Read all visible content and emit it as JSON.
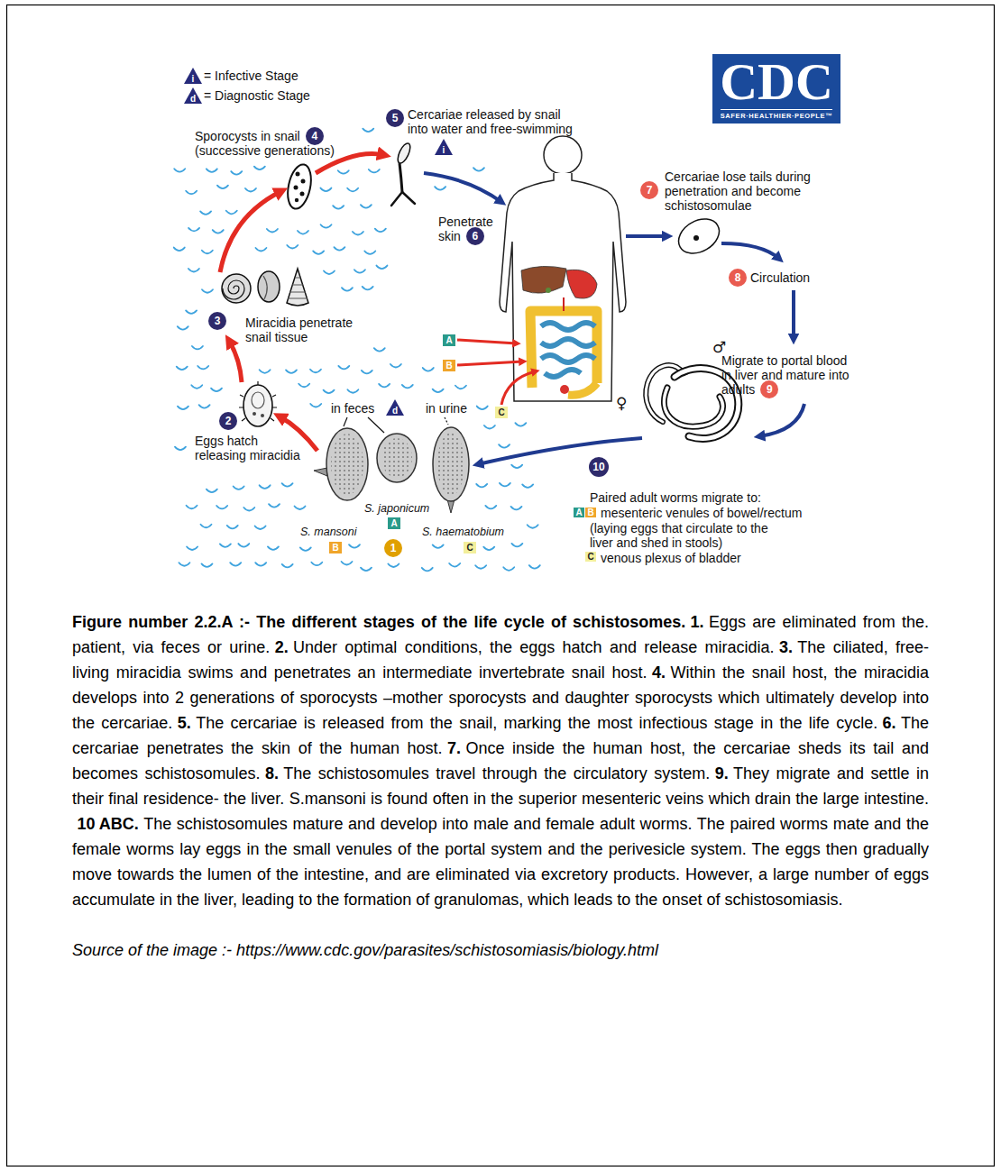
{
  "diagram": {
    "caption": "Figure number 2.2.A :- The different stages of the life cycle of schistosomes.",
    "nodes": [
      {
        "text": [
          "i"
        ]
      },
      {
        "text": [
          "d"
        ]
      },
      {
        "text": [
          "CDC",
          "SAFER·HEALTHIER·PEOPLE™"
        ]
      },
      {
        "text": [
          "5"
        ]
      },
      {
        "text": [
          "4"
        ]
      },
      {
        "text": [
          "i"
        ]
      },
      {
        "text": [
          "7"
        ]
      },
      {
        "text": [
          "6"
        ]
      },
      {
        "text": [
          "8"
        ]
      },
      {
        "text": [
          "3"
        ]
      },
      {
        "text": [
          "A"
        ]
      },
      {
        "text": [
          "B"
        ]
      },
      {
        "text": [
          "9"
        ]
      },
      {
        "text": [
          "d"
        ]
      },
      {
        "text": [
          "C"
        ]
      },
      {
        "text": [
          "2"
        ]
      },
      {
        "text": [
          "10"
        ]
      },
      {
        "text": [
          "A"
        ]
      },
      {
        "text": [
          "B"
        ]
      },
      {
        "text": [
          "A"
        ]
      },
      {
        "text": [
          "B"
        ]
      },
      {
        "text": [
          "C"
        ]
      },
      {
        "text": [
          "1"
        ]
      },
      {
        "text": [
          "C"
        ]
      }
    ],
    "labels": [
      "Sporocysts in snail (successive generations)",
      "Cercariae released by snail into water and free-swimming",
      "Penetrate skin",
      "Cercariae lose tails during penetration and become schistosomulae",
      "Circulation",
      "Migrate to portal blood in liver and mature into adults",
      "Miracidia penetrate snail tissue",
      "Eggs hatch releasing miracidia",
      "in feces",
      "in urine",
      "S. japonicum",
      "S. mansoni",
      "S. haematobium",
      "Paired adult worms migrate to:",
      "mesenteric venules of bowel/rectum",
      "(laying eggs that circulate to the liver and shed in stools)",
      "venous plexus of bladder",
      "♀",
      "♂",
      "1.",
      "Eggs are eliminated from the. patient, via feces or urine.",
      "2.",
      "Under optimal conditions, the eggs hatch and release miracidia.",
      "3.",
      "The ciliated, free- living miracidia swims and penetrates an intermediate invertebrate snail host.",
      "4.",
      "Within the snail host, the miracidia develops into 2 generations of sporocysts –mother sporocysts and daughter sporocysts which ultimately develop into the cercariae.",
      "5.",
      "The cercariae is released from the snail, marking the most infectious stage in the life cycle.",
      "6.",
      "The cercariae penetrates the skin of the human host.",
      "7.",
      "Once inside the human host, the cercariae sheds its tail and becomes schistosomules.",
      "8.",
      "The schistosomules travel through the circulatory system.",
      "9.",
      "They migrate and settle in their final residence- the liver. S.mansoni is found often in the superior mesenteric veins which drain the large intestine.",
      "10 ABC.",
      "The schistosomules mature and develop into male and female adult worms. The paired worms mate and the female worms lay eggs in the small venules of the portal system and the perivesicle system. The eggs then gradually move towards the lumen of the intestine, and are eliminated via excretory products. However, a large number of eggs accumulate in the liver, leading to the formation of granulomas, which leads to the onset of schistosomiasis.",
      "Source of the image :- https://www.cdc.gov/parasites/schistosomiasis/biology.html"
    ],
    "legend": [
      {
        "text": "= Infective Stage"
      },
      {
        "text": "= Diagnostic Stage"
      }
    ]
  }
}
